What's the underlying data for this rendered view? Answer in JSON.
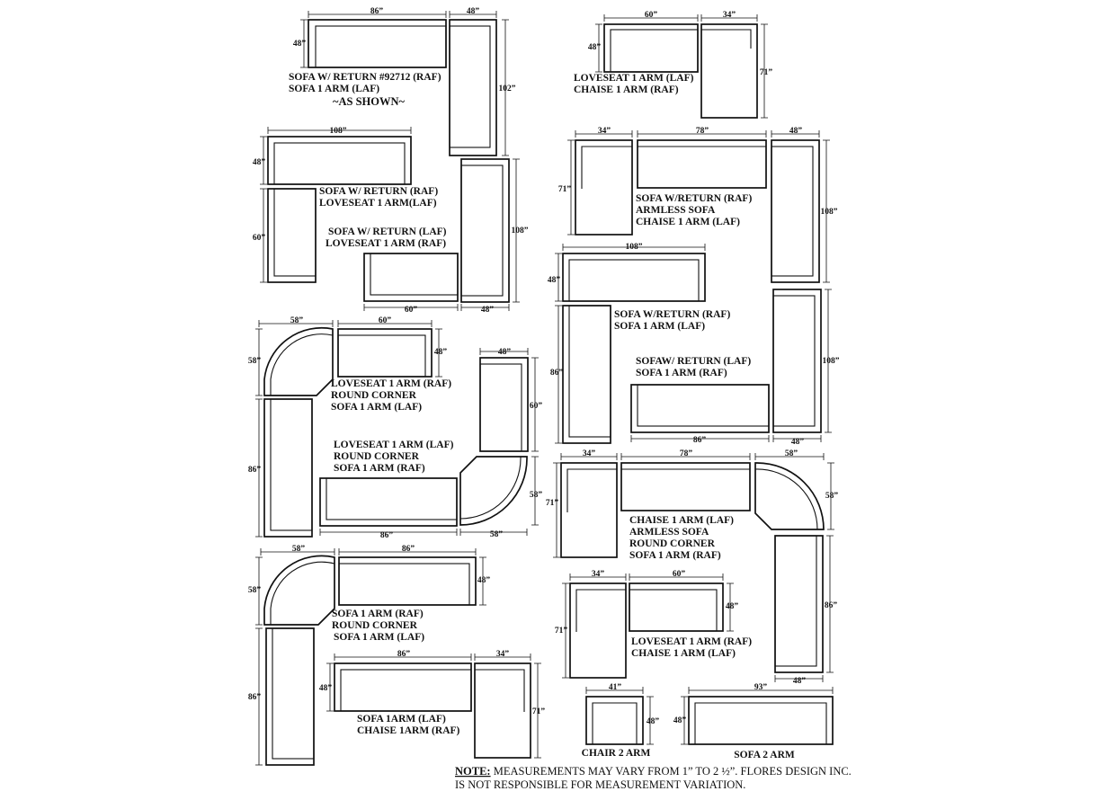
{
  "sections": [
    {
      "lines": [
        "SOFA W/ RETURN #92712 (RAF)",
        "SOFA 1 ARM (LAF)"
      ],
      "note": "~AS SHOWN~",
      "dims": [
        "86”",
        "48”",
        "48”",
        "102”"
      ]
    },
    {
      "lines": [
        "LOVESEAT 1 ARM (LAF)",
        "CHAISE 1 ARM (RAF)"
      ],
      "dims": [
        "60”",
        "34”",
        "48”",
        "71”"
      ]
    },
    {
      "lines": [
        "SOFA W/ RETURN (RAF)",
        "LOVESEAT 1 ARM(LAF)"
      ],
      "dims": [
        "108”",
        "48”",
        "60”"
      ]
    },
    {
      "lines": [
        "SOFA  W/ RETURN (LAF)",
        "LOVESEAT 1 ARM (RAF)"
      ],
      "dims": [
        "108”",
        "60”",
        "48”"
      ]
    },
    {
      "lines": [
        "SOFA W/RETURN (RAF)",
        "ARMLESS SOFA",
        "CHAISE 1 ARM (LAF)"
      ],
      "dims": [
        "34”",
        "78”",
        "71”",
        "48”",
        "108”"
      ]
    },
    {
      "lines": [
        "SOFA W/RETURN (RAF)",
        "SOFA 1 ARM (LAF)"
      ],
      "dims": [
        "108”",
        "48”",
        "86”"
      ]
    },
    {
      "lines": [
        "SOFAW/ RETURN (LAF)",
        "SOFA 1 ARM (RAF)"
      ],
      "dims": [
        "108”",
        "86”",
        "48”"
      ]
    },
    {
      "lines": [
        "LOVESEAT 1 ARM (RAF)",
        "ROUND CORNER",
        "SOFA 1 ARM (LAF)"
      ],
      "dims": [
        "58”",
        "60”",
        "58”",
        "48”",
        "86”"
      ]
    },
    {
      "lines": [
        "LOVESEAT 1 ARM (LAF)",
        "ROUND CORNER",
        "SOFA 1 ARM (RAF)"
      ],
      "dims": [
        "48”",
        "60”",
        "58”",
        "86”",
        "58”"
      ]
    },
    {
      "lines": [
        "CHAISE 1 ARM (LAF)",
        "ARMLESS SOFA",
        "ROUND CORNER",
        "SOFA 1 ARM (RAF)"
      ],
      "dims": [
        "34”",
        "78”",
        "58”",
        "71”",
        "58”",
        "86”",
        "48”"
      ]
    },
    {
      "lines": [
        "SOFA 1 ARM (RAF)",
        "ROUND CORNER",
        "SOFA 1 ARM (LAF)"
      ],
      "dims": [
        "58”",
        "86”",
        "58”",
        "48”",
        "86”"
      ]
    },
    {
      "lines": [
        "LOVESEAT 1 ARM (RAF)",
        "CHAISE 1 ARM (LAF)"
      ],
      "dims": [
        "34”",
        "60”",
        "71”",
        "48”"
      ]
    },
    {
      "lines": [
        "SOFA 1ARM (LAF)",
        "CHAISE 1ARM (RAF)"
      ],
      "dims": [
        "86”",
        "34”",
        "48”",
        "71”"
      ]
    },
    {
      "lines": [
        "CHAIR 2 ARM"
      ],
      "dims": [
        "41”",
        "48”"
      ]
    },
    {
      "lines": [
        "SOFA 2 ARM"
      ],
      "dims": [
        "93”",
        "48”"
      ]
    }
  ],
  "note": {
    "label": "NOTE:",
    "text": " MEASUREMENTS MAY VARY FROM 1” TO 2 ½”. FLORES DESIGN INC.",
    "text2": "IS NOT RESPONSIBLE FOR MEASUREMENT VARIATION."
  }
}
